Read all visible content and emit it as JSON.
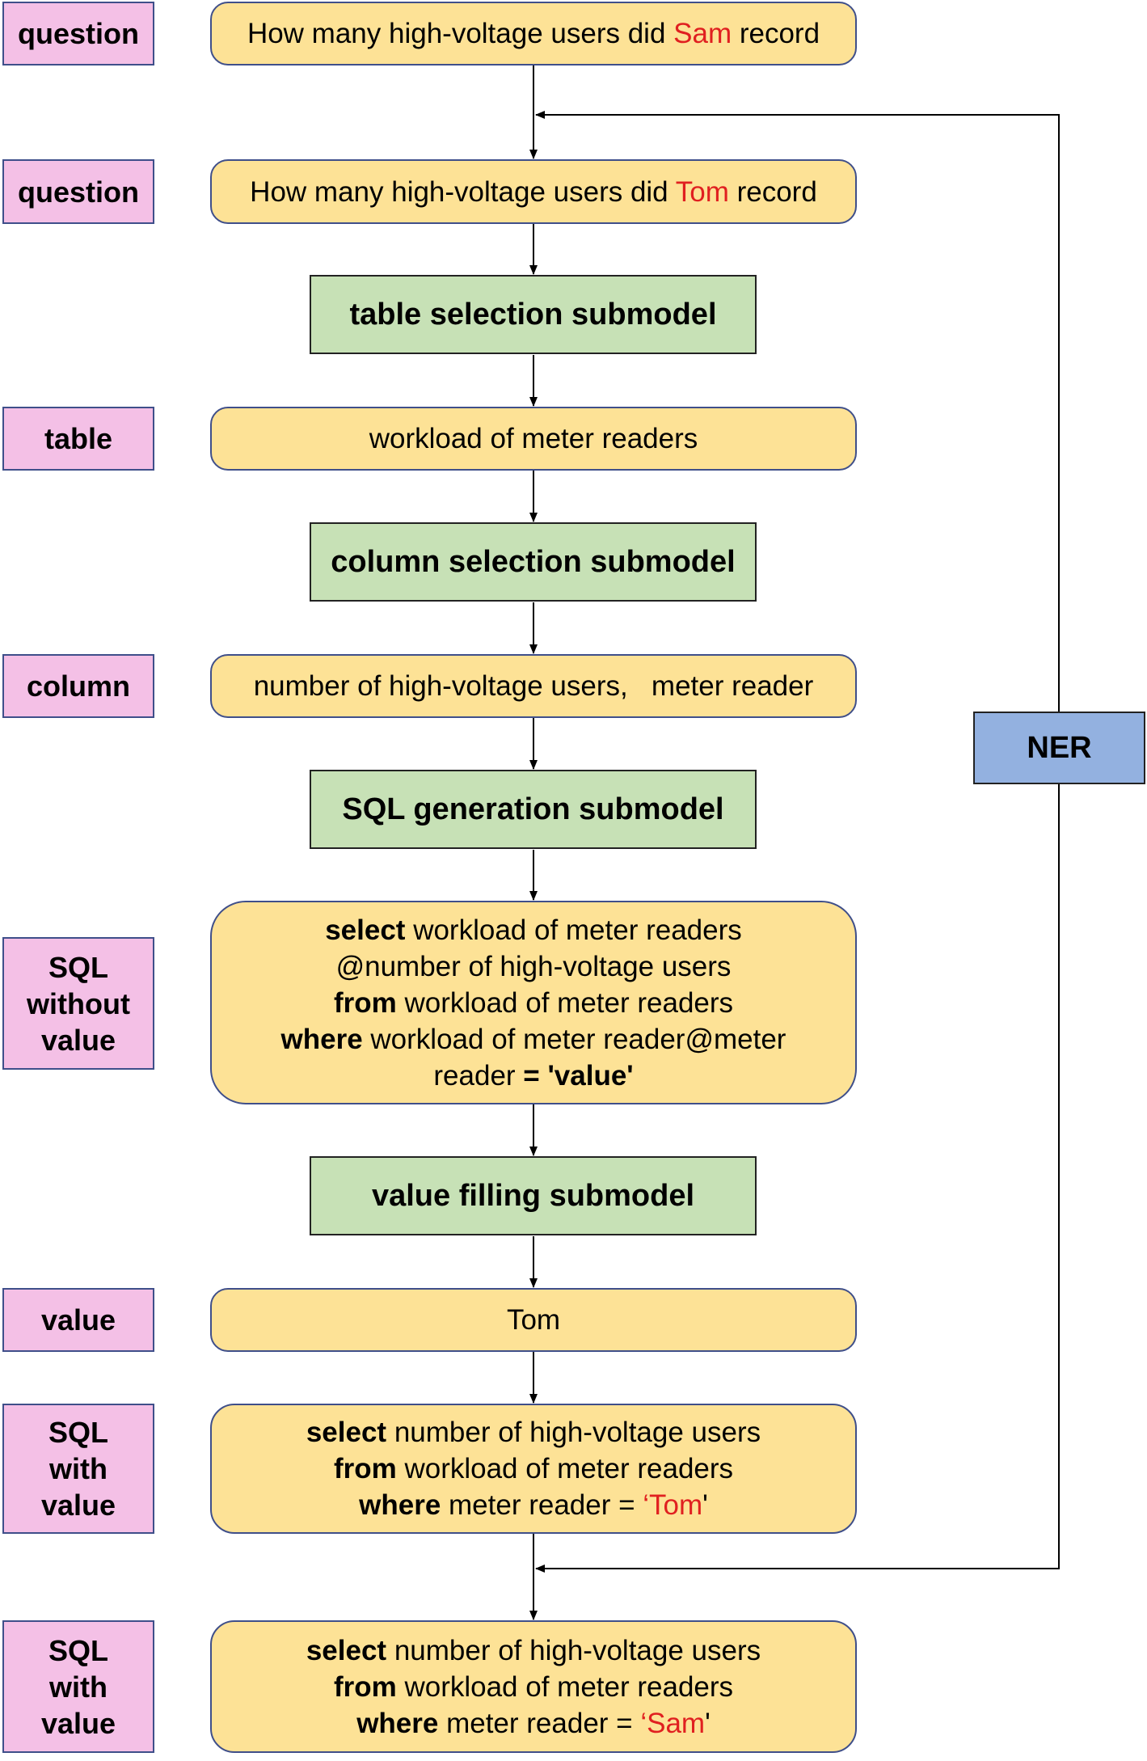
{
  "colors": {
    "label_fill": "#f4c0e6",
    "io_fill": "#fde296",
    "submodel_fill": "#c7e1b6",
    "ner_fill": "#93b1e0",
    "highlight": "#e02020"
  },
  "labels": {
    "question1": "question",
    "question2": "question",
    "table": "table",
    "column": "column",
    "sql_without_value": [
      "SQL",
      "without",
      "value"
    ],
    "value": "value",
    "sql_with_value1": [
      "SQL",
      "with",
      "value"
    ],
    "sql_with_value2": [
      "SQL",
      "with",
      "value"
    ]
  },
  "question1": {
    "prefix": "How many high-voltage users did ",
    "name": "Sam",
    "suffix": " record"
  },
  "question2": {
    "prefix": "How many high-voltage users did ",
    "name": "Tom",
    "suffix": " record"
  },
  "submodels": {
    "table_selection": "table selection submodel",
    "column_selection": "column selection submodel",
    "sql_generation": "SQL generation submodel",
    "value_filling": "value filling submodel"
  },
  "table_output": "workload of meter readers",
  "column_output": "number of high-voltage users,   meter reader",
  "sql_without_value": {
    "kw_select": "select",
    "select_rest": " workload of meter readers",
    "line2": "@number of high-voltage users",
    "kw_from": "from",
    "from_rest": " workload of meter readers",
    "kw_where": "where",
    "where_rest": " workload of meter reader@meter",
    "line5_rest": "reader ",
    "kw_equals_value": "= 'value'"
  },
  "value_output": "Tom",
  "sql_with_value1": {
    "kw_select": "select",
    "select_rest": " number of high-voltage users",
    "kw_from": "from",
    "from_rest": " workload of meter readers",
    "kw_where": "where",
    "where_rest": " meter reader = ",
    "value": "‘Tom",
    "close": "'"
  },
  "sql_with_value2": {
    "kw_select": "select",
    "select_rest": " number of high-voltage users",
    "kw_from": "from",
    "from_rest": " workload of meter readers",
    "kw_where": "where",
    "where_rest": " meter reader = ",
    "value": "‘Sam",
    "close": "'"
  },
  "ner": "NER"
}
